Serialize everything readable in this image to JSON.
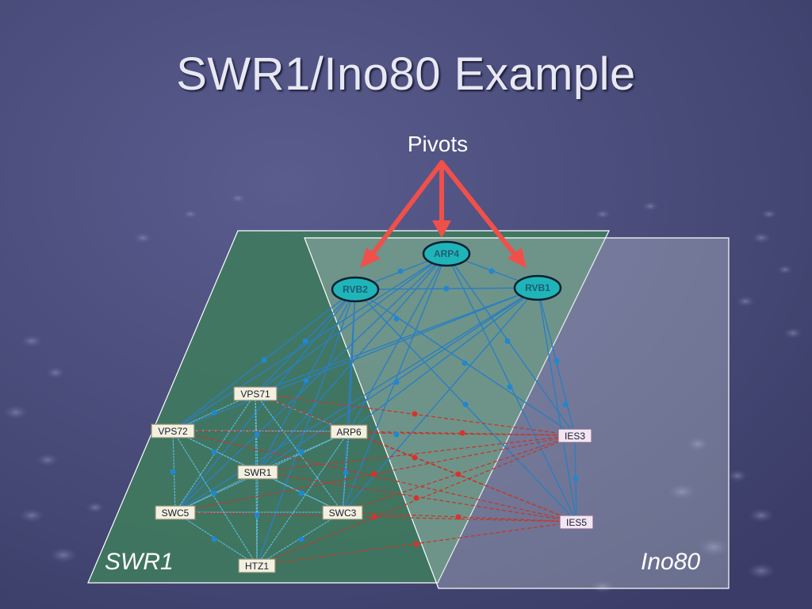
{
  "title": "SWR1/Ino80 Example",
  "pivots_label": "Pivots",
  "regions": {
    "left_label": "SWR1",
    "right_label": "Ino80"
  },
  "colors": {
    "background": "#4a4c7a",
    "swr1_region": "#3f7a5e",
    "ino80_region": "#9aa3b0",
    "pivot_arrow": "#f0504a",
    "pivot_node": "#1fb5b8",
    "edge_blue": "#2a7fc0",
    "edge_red": "#c0392b"
  },
  "nodes": {
    "pivots": [
      "ARP4",
      "RVB2",
      "RVB1"
    ],
    "swr1": [
      "VPS71",
      "VPS72",
      "ARP6",
      "SWR1",
      "SWC5",
      "SWC3",
      "HTZ1"
    ],
    "ino80": [
      "IES3",
      "IES5"
    ]
  }
}
